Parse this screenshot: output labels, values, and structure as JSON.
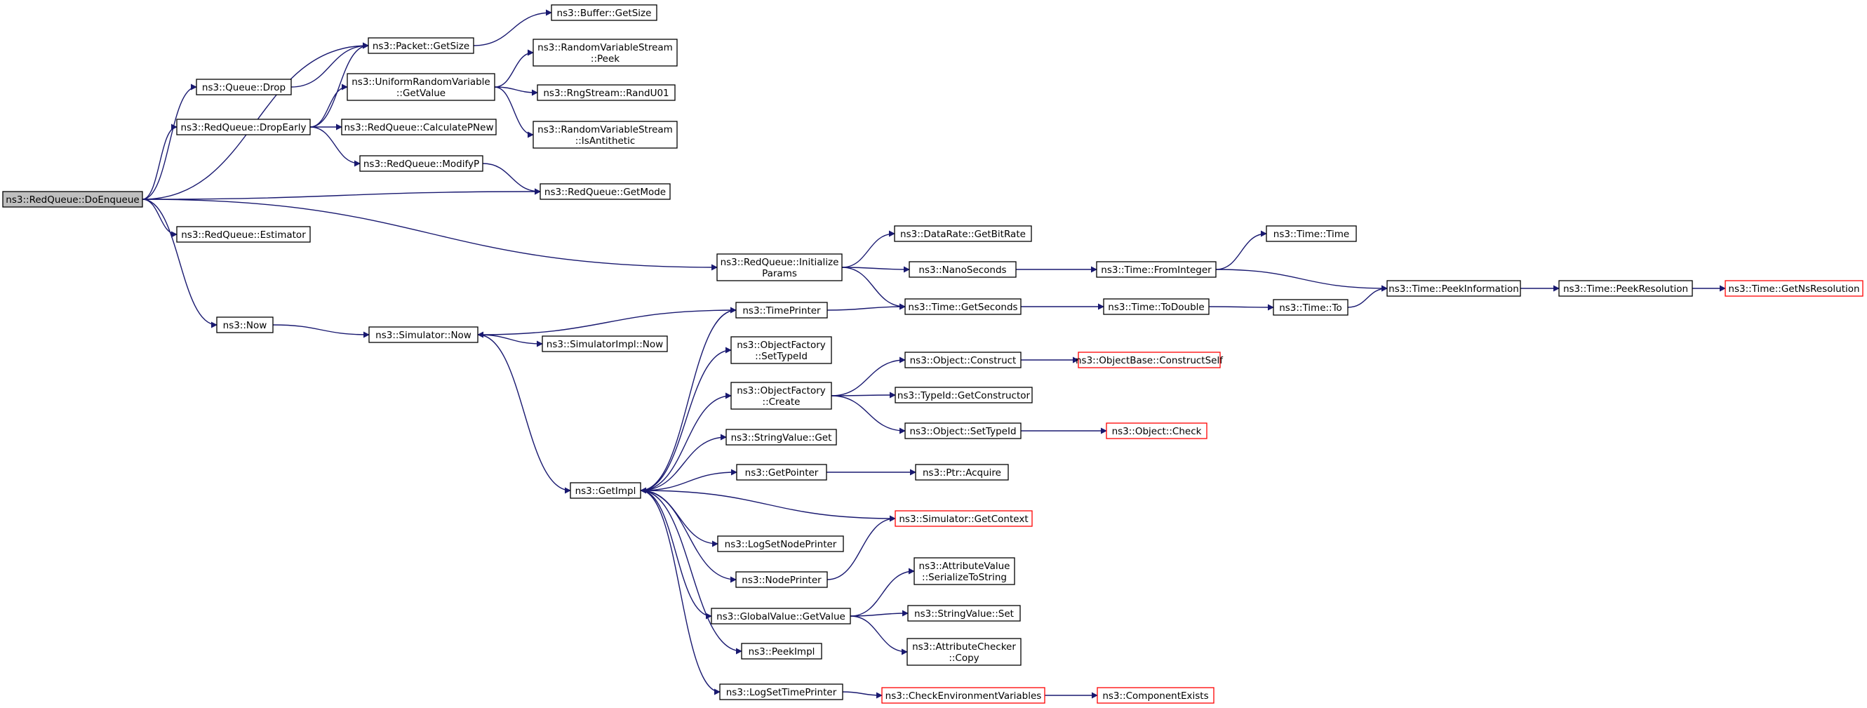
{
  "diagram": {
    "type": "call-graph",
    "edge_color": "#191970",
    "root_fill": "#bfbfbf",
    "truncated_border": "#ff0000",
    "nodes": [
      {
        "id": "n0",
        "lines": [
          "ns3::RedQueue::DoEnqueue"
        ],
        "root": true
      },
      {
        "id": "n1",
        "lines": [
          "ns3::Buffer::GetSize"
        ]
      },
      {
        "id": "n2",
        "lines": [
          "ns3::Packet::GetSize"
        ]
      },
      {
        "id": "n3",
        "lines": [
          "ns3::Queue::Drop"
        ]
      },
      {
        "id": "n4",
        "lines": [
          "ns3::UniformRandomVariable",
          "::GetValue"
        ]
      },
      {
        "id": "n5",
        "lines": [
          "ns3::RandomVariableStream",
          "::Peek"
        ]
      },
      {
        "id": "n6",
        "lines": [
          "ns3::RngStream::RandU01"
        ]
      },
      {
        "id": "n7",
        "lines": [
          "ns3::RedQueue::DropEarly"
        ]
      },
      {
        "id": "n8",
        "lines": [
          "ns3::RedQueue::CalculatePNew"
        ]
      },
      {
        "id": "n9",
        "lines": [
          "ns3::RandomVariableStream",
          "::IsAntithetic"
        ]
      },
      {
        "id": "n10",
        "lines": [
          "ns3::RedQueue::ModifyP"
        ]
      },
      {
        "id": "n11",
        "lines": [
          "ns3::RedQueue::GetMode"
        ]
      },
      {
        "id": "n12",
        "lines": [
          "ns3::RedQueue::Estimator"
        ]
      },
      {
        "id": "n13",
        "lines": [
          "ns3::DataRate::GetBitRate"
        ]
      },
      {
        "id": "n14",
        "lines": [
          "ns3::Time::Time"
        ]
      },
      {
        "id": "n15",
        "lines": [
          "ns3::RedQueue::Initialize",
          "Params"
        ]
      },
      {
        "id": "n16",
        "lines": [
          "ns3::NanoSeconds"
        ]
      },
      {
        "id": "n17",
        "lines": [
          "ns3::Time::FromInteger"
        ]
      },
      {
        "id": "n18",
        "lines": [
          "ns3::Time::PeekInformation"
        ]
      },
      {
        "id": "n19",
        "lines": [
          "ns3::Time::PeekResolution"
        ]
      },
      {
        "id": "n20",
        "lines": [
          "ns3::Time::GetNsResolution"
        ],
        "truncated": true
      },
      {
        "id": "n21",
        "lines": [
          "ns3::Now"
        ]
      },
      {
        "id": "n22",
        "lines": [
          "ns3::TimePrinter"
        ]
      },
      {
        "id": "n23",
        "lines": [
          "ns3::Time::GetSeconds"
        ]
      },
      {
        "id": "n24",
        "lines": [
          "ns3::Time::ToDouble"
        ]
      },
      {
        "id": "n25",
        "lines": [
          "ns3::Time::To"
        ]
      },
      {
        "id": "n26",
        "lines": [
          "ns3::Simulator::Now"
        ]
      },
      {
        "id": "n27",
        "lines": [
          "ns3::SimulatorImpl::Now"
        ]
      },
      {
        "id": "n28",
        "lines": [
          "ns3::ObjectFactory",
          "::SetTypeId"
        ]
      },
      {
        "id": "n29",
        "lines": [
          "ns3::Object::Construct"
        ]
      },
      {
        "id": "n30",
        "lines": [
          "ns3::ObjectBase::ConstructSelf"
        ],
        "truncated": true
      },
      {
        "id": "n31",
        "lines": [
          "ns3::ObjectFactory",
          "::Create"
        ]
      },
      {
        "id": "n32",
        "lines": [
          "ns3::TypeId::GetConstructor"
        ]
      },
      {
        "id": "n33",
        "lines": [
          "ns3::Object::SetTypeId"
        ]
      },
      {
        "id": "n34",
        "lines": [
          "ns3::Object::Check"
        ],
        "truncated": true
      },
      {
        "id": "n35",
        "lines": [
          "ns3::StringValue::Get"
        ]
      },
      {
        "id": "n36",
        "lines": [
          "ns3::GetPointer"
        ]
      },
      {
        "id": "n37",
        "lines": [
          "ns3::Ptr::Acquire"
        ]
      },
      {
        "id": "n38",
        "lines": [
          "ns3::GetImpl"
        ]
      },
      {
        "id": "n39",
        "lines": [
          "ns3::Simulator::GetContext"
        ],
        "truncated": true
      },
      {
        "id": "n40",
        "lines": [
          "ns3::LogSetNodePrinter"
        ]
      },
      {
        "id": "n41",
        "lines": [
          "ns3::AttributeValue",
          "::SerializeToString"
        ]
      },
      {
        "id": "n42",
        "lines": [
          "ns3::NodePrinter"
        ]
      },
      {
        "id": "n43",
        "lines": [
          "ns3::GlobalValue::GetValue"
        ]
      },
      {
        "id": "n44",
        "lines": [
          "ns3::StringValue::Set"
        ]
      },
      {
        "id": "n45",
        "lines": [
          "ns3::AttributeChecker",
          "::Copy"
        ]
      },
      {
        "id": "n46",
        "lines": [
          "ns3::PeekImpl"
        ]
      },
      {
        "id": "n47",
        "lines": [
          "ns3::LogSetTimePrinter"
        ]
      },
      {
        "id": "n48",
        "lines": [
          "ns3::CheckEnvironmentVariables"
        ],
        "truncated": true
      },
      {
        "id": "n49",
        "lines": [
          "ns3::ComponentExists"
        ],
        "truncated": true
      }
    ],
    "edges": [
      {
        "from": "n0",
        "to": "n2"
      },
      {
        "from": "n0",
        "to": "n3"
      },
      {
        "from": "n0",
        "to": "n7"
      },
      {
        "from": "n0",
        "to": "n11"
      },
      {
        "from": "n0",
        "to": "n12"
      },
      {
        "from": "n0",
        "to": "n15"
      },
      {
        "from": "n0",
        "to": "n21"
      },
      {
        "from": "n2",
        "to": "n1"
      },
      {
        "from": "n3",
        "to": "n2"
      },
      {
        "from": "n7",
        "to": "n2"
      },
      {
        "from": "n7",
        "to": "n4"
      },
      {
        "from": "n7",
        "to": "n8"
      },
      {
        "from": "n7",
        "to": "n10"
      },
      {
        "from": "n4",
        "to": "n5"
      },
      {
        "from": "n4",
        "to": "n6"
      },
      {
        "from": "n4",
        "to": "n9"
      },
      {
        "from": "n10",
        "to": "n11"
      },
      {
        "from": "n15",
        "to": "n13"
      },
      {
        "from": "n15",
        "to": "n16"
      },
      {
        "from": "n15",
        "to": "n23"
      },
      {
        "from": "n16",
        "to": "n17"
      },
      {
        "from": "n17",
        "to": "n14"
      },
      {
        "from": "n17",
        "to": "n18"
      },
      {
        "from": "n18",
        "to": "n19"
      },
      {
        "from": "n19",
        "to": "n20"
      },
      {
        "from": "n22",
        "to": "n23"
      },
      {
        "from": "n22",
        "to": "n26"
      },
      {
        "from": "n23",
        "to": "n24"
      },
      {
        "from": "n24",
        "to": "n25"
      },
      {
        "from": "n25",
        "to": "n18"
      },
      {
        "from": "n21",
        "to": "n26"
      },
      {
        "from": "n26",
        "to": "n27"
      },
      {
        "from": "n26",
        "to": "n38"
      },
      {
        "from": "n38",
        "to": "n22"
      },
      {
        "from": "n38",
        "to": "n28"
      },
      {
        "from": "n38",
        "to": "n31"
      },
      {
        "from": "n38",
        "to": "n35"
      },
      {
        "from": "n38",
        "to": "n36"
      },
      {
        "from": "n38",
        "to": "n40"
      },
      {
        "from": "n38",
        "to": "n42"
      },
      {
        "from": "n38",
        "to": "n43"
      },
      {
        "from": "n38",
        "to": "n46"
      },
      {
        "from": "n38",
        "to": "n47"
      },
      {
        "from": "n39",
        "to": "n38"
      },
      {
        "from": "n31",
        "to": "n29"
      },
      {
        "from": "n31",
        "to": "n32"
      },
      {
        "from": "n31",
        "to": "n33"
      },
      {
        "from": "n29",
        "to": "n30"
      },
      {
        "from": "n33",
        "to": "n34"
      },
      {
        "from": "n36",
        "to": "n37"
      },
      {
        "from": "n42",
        "to": "n39"
      },
      {
        "from": "n43",
        "to": "n41"
      },
      {
        "from": "n43",
        "to": "n44"
      },
      {
        "from": "n43",
        "to": "n45"
      },
      {
        "from": "n47",
        "to": "n48"
      },
      {
        "from": "n48",
        "to": "n49"
      }
    ]
  }
}
